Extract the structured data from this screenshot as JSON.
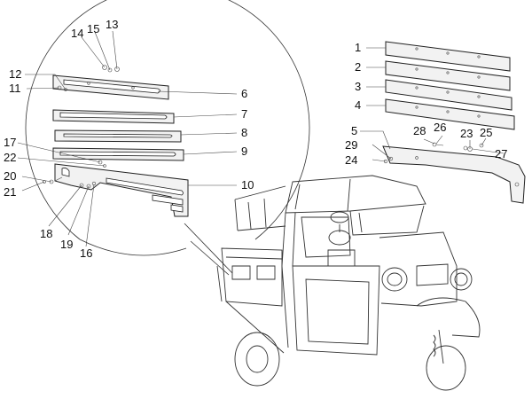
{
  "diagram": {
    "callouts": [
      {
        "id": "1",
        "label": "1"
      },
      {
        "id": "2",
        "label": "2"
      },
      {
        "id": "3",
        "label": "3"
      },
      {
        "id": "4",
        "label": "4"
      },
      {
        "id": "5",
        "label": "5"
      },
      {
        "id": "6",
        "label": "6"
      },
      {
        "id": "7",
        "label": "7"
      },
      {
        "id": "8",
        "label": "8"
      },
      {
        "id": "9",
        "label": "9"
      },
      {
        "id": "10",
        "label": "10"
      },
      {
        "id": "11",
        "label": "11"
      },
      {
        "id": "12",
        "label": "12"
      },
      {
        "id": "13",
        "label": "13"
      },
      {
        "id": "14",
        "label": "14"
      },
      {
        "id": "15",
        "label": "15"
      },
      {
        "id": "16",
        "label": "16"
      },
      {
        "id": "17",
        "label": "17"
      },
      {
        "id": "18",
        "label": "18"
      },
      {
        "id": "19",
        "label": "19"
      },
      {
        "id": "20",
        "label": "20"
      },
      {
        "id": "21",
        "label": "21"
      },
      {
        "id": "22",
        "label": "22"
      },
      {
        "id": "23",
        "label": "23"
      },
      {
        "id": "24",
        "label": "24"
      },
      {
        "id": "25",
        "label": "25"
      },
      {
        "id": "26",
        "label": "26"
      },
      {
        "id": "27",
        "label": "27"
      },
      {
        "id": "28",
        "label": "28"
      },
      {
        "id": "29",
        "label": "29"
      }
    ],
    "colors": {
      "line": "#222222",
      "fill": "#f2f2f2",
      "background": "#ffffff"
    }
  }
}
